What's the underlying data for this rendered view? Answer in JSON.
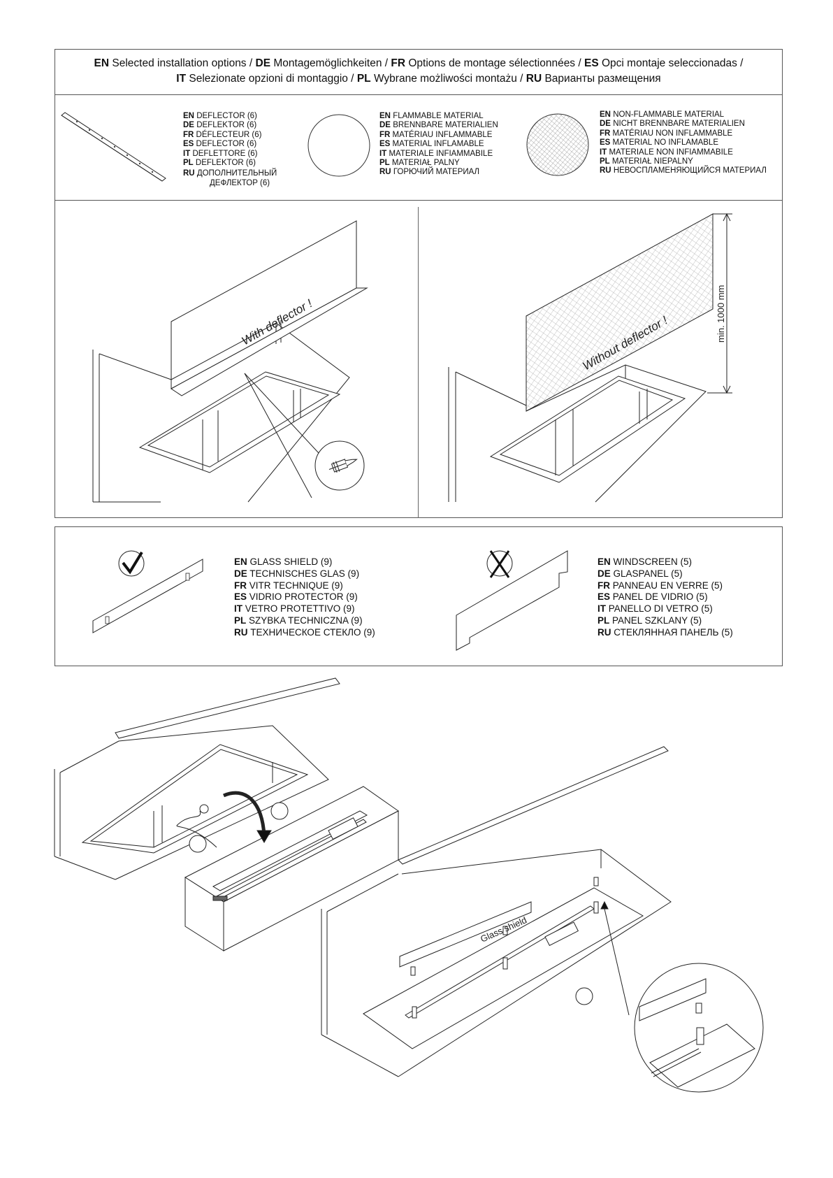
{
  "header": {
    "lines": [
      [
        {
          "code": "EN",
          "text": "Selected installation options /"
        },
        {
          "code": "DE",
          "text": "Montagemöglichkeiten /"
        },
        {
          "code": "FR",
          "text": "Options de montage sélectionnées /"
        },
        {
          "code": "ES",
          "text": "Opci montaje seleccionadas /"
        }
      ],
      [
        {
          "code": "IT",
          "text": "Selezionate opzioni di montaggio /"
        },
        {
          "code": "PL",
          "text": "Wybrane możliwości montażu /"
        },
        {
          "code": "RU",
          "text": "Варианты размещения"
        }
      ]
    ]
  },
  "legend": {
    "deflector": [
      {
        "code": "EN",
        "text": "DEFLECTOR (6)"
      },
      {
        "code": "DE",
        "text": "DEFLEKTOR (6)"
      },
      {
        "code": "FR",
        "text": "DÉFLECTEUR (6)"
      },
      {
        "code": "ES",
        "text": "DEFLECTOR (6)"
      },
      {
        "code": "IT",
        "text": "DEFLETTORE (6)"
      },
      {
        "code": "PL",
        "text": "DEFLEKTOR (6)"
      },
      {
        "code": "RU",
        "text": "ДОПОЛНИТЕЛЬНЫЙ"
      },
      {
        "code": "",
        "text": "ДЕФЛЕКТОР   (6)"
      }
    ],
    "flammable": [
      {
        "code": "EN",
        "text": "FLAMMABLE MATERIAL"
      },
      {
        "code": "DE",
        "text": "BRENNBARE MATERIALIEN"
      },
      {
        "code": "FR",
        "text": "MATÉRIAU INFLAMMABLE"
      },
      {
        "code": "ES",
        "text": "MATERIAL INFLAMABLE"
      },
      {
        "code": "IT",
        "text": "MATERIALE INFIAMMABILE"
      },
      {
        "code": "PL",
        "text": "MATERIAŁ PALNY"
      },
      {
        "code": "RU",
        "text": "ГОРЮЧИЙ МАТЕРИАЛ"
      }
    ],
    "non_flammable": [
      {
        "code": "EN",
        "text": "NON-FLAMMABLE MATERIAL"
      },
      {
        "code": "DE",
        "text": "NICHT BRENNBARE MATERIALIEN"
      },
      {
        "code": "FR",
        "text": "MATÉRIAU NON INFLAMMABLE"
      },
      {
        "code": "ES",
        "text": "MATERIAL NO INFLAMABLE"
      },
      {
        "code": "IT",
        "text": "MATERIALE NON INFIAMMABILE"
      },
      {
        "code": "PL",
        "text": "MATERIAŁ NIEPALNY"
      },
      {
        "code": "RU",
        "text": "НЕВОСПЛАМЕНЯЮЩИЙСЯ МАТЕРИАЛ"
      }
    ]
  },
  "options": {
    "with_label": "With deflector !",
    "without_label": "Without deflector !",
    "min_height_label": "min. 1000 mm"
  },
  "glass": {
    "shield": [
      {
        "code": "EN",
        "text": "GLASS SHIELD (9)"
      },
      {
        "code": "DE",
        "text": "TECHNISCHES GLAS (9)"
      },
      {
        "code": "FR",
        "text": "VITR TECHNIQUE (9)"
      },
      {
        "code": "ES",
        "text": "VIDRIO PROTECTOR (9)"
      },
      {
        "code": "IT",
        "text": "VETRO PROTETTIVO (9)"
      },
      {
        "code": "PL",
        "text": "SZYBKA TECHNICZNA (9)"
      },
      {
        "code": "RU",
        "text": "ТЕХНИЧЕСКОЕ СТЕКЛО  (9)"
      }
    ],
    "windscreen": [
      {
        "code": "EN",
        "text": "WINDSCREEN (5)"
      },
      {
        "code": "DE",
        "text": "GLASPANEL (5)"
      },
      {
        "code": "FR",
        "text": "PANNEAU EN VERRE (5)"
      },
      {
        "code": "ES",
        "text": "PANEL DE VIDRIO (5)"
      },
      {
        "code": "IT",
        "text": "PANELLO DI VETRO (5)"
      },
      {
        "code": "PL",
        "text": "PANEL SZKLANY (5)"
      },
      {
        "code": "RU",
        "text": "СТЕКЛЯННАЯ ПАНЕЛЬ (5)"
      }
    ]
  },
  "assembly": {
    "glass_shield_label": "Glass shield"
  }
}
